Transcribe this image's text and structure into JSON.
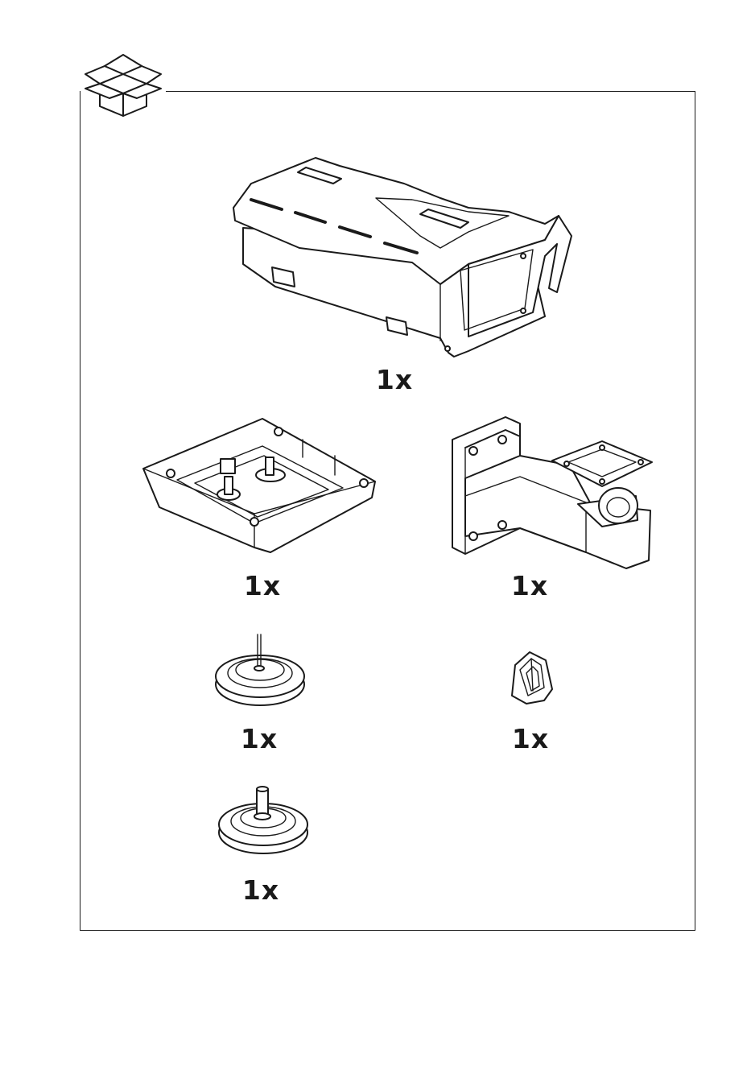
{
  "page": {
    "title_icon": "open-box-icon"
  },
  "items": [
    {
      "id": "housing",
      "icon": "camera-housing-icon",
      "quantity": "1x"
    },
    {
      "id": "back-cover",
      "icon": "back-cover-tray-icon",
      "quantity": "1x"
    },
    {
      "id": "wall-mount",
      "icon": "wall-mount-bracket-icon",
      "quantity": "1x"
    },
    {
      "id": "cable-gasket-thin",
      "icon": "cable-gasket-icon",
      "quantity": "1x"
    },
    {
      "id": "clip",
      "icon": "cable-clip-icon",
      "quantity": "1x"
    },
    {
      "id": "cable-gasket-thick",
      "icon": "cable-gasket-plug-icon",
      "quantity": "1x"
    }
  ]
}
